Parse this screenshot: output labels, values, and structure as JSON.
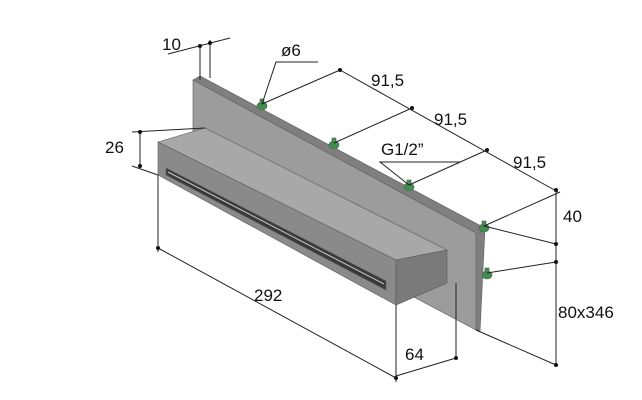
{
  "colors": {
    "plate_front": "#9c9c9c",
    "plate_side": "#7f7f7f",
    "spout_top": "#a8a8a8",
    "spout_front": "#8a8a8a",
    "spout_end": "#7a7a7a",
    "slot": "#3a3a3a",
    "fitting": "#3f8f4f",
    "line": "#222222"
  },
  "dimensions": {
    "plate_thickness": "10",
    "bolt_diameter": "ø6",
    "spacing_1": "91,5",
    "spacing_2": "91,5",
    "spacing_3": "91,5",
    "thread": "G1/2”",
    "spout_height": "26",
    "right_offset": "40",
    "spout_length": "292",
    "spout_depth": "64",
    "plate_size": "80x346"
  },
  "icons": {
    "fitting": "threaded-connector-icon"
  }
}
